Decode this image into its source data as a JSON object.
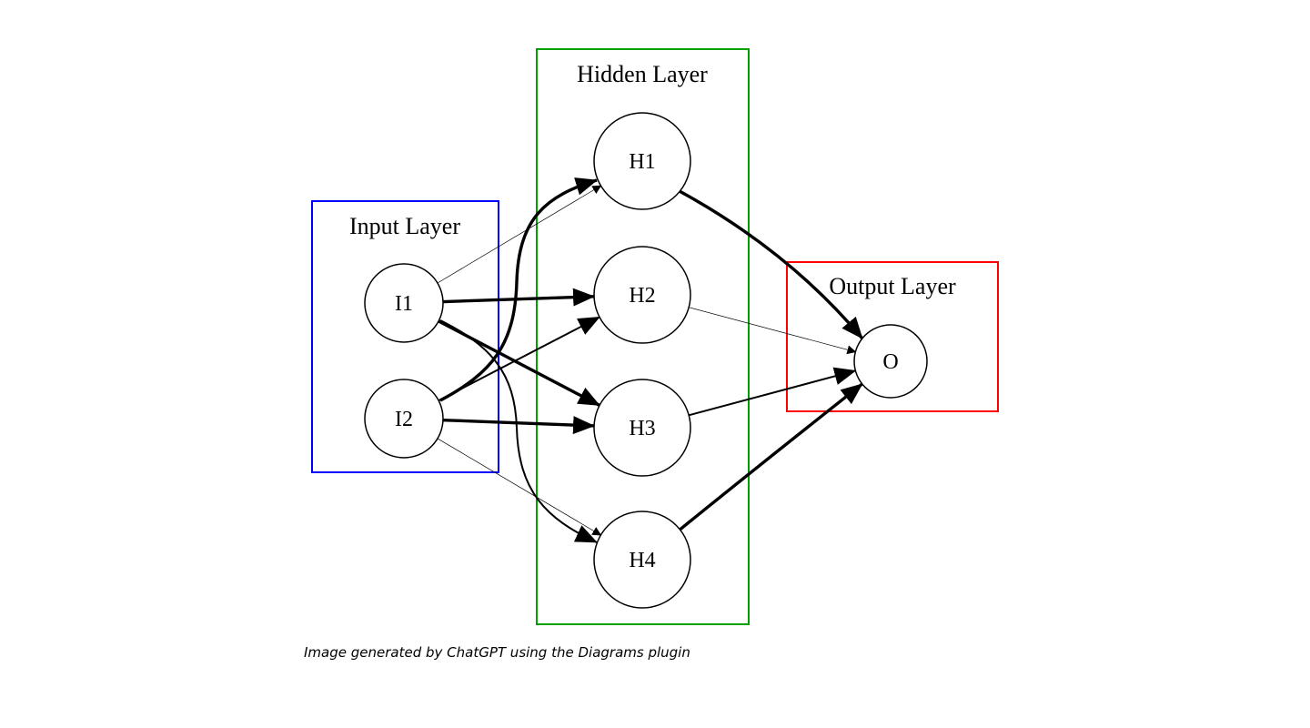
{
  "diagram": {
    "clusters": [
      {
        "id": "input",
        "label": "Input Layer",
        "color": "#0000ff"
      },
      {
        "id": "hidden",
        "label": "Hidden Layer",
        "color": "#00a000"
      },
      {
        "id": "output",
        "label": "Output Layer",
        "color": "#ff0000"
      }
    ],
    "nodes": [
      {
        "id": "I1",
        "label": "I1",
        "cluster": "input"
      },
      {
        "id": "I2",
        "label": "I2",
        "cluster": "input"
      },
      {
        "id": "H1",
        "label": "H1",
        "cluster": "hidden"
      },
      {
        "id": "H2",
        "label": "H2",
        "cluster": "hidden"
      },
      {
        "id": "H3",
        "label": "H3",
        "cluster": "hidden"
      },
      {
        "id": "H4",
        "label": "H4",
        "cluster": "hidden"
      },
      {
        "id": "O",
        "label": "O",
        "cluster": "output"
      }
    ],
    "edges": [
      {
        "from": "I1",
        "to": "H1",
        "weight": "thin"
      },
      {
        "from": "I1",
        "to": "H2",
        "weight": "bold"
      },
      {
        "from": "I1",
        "to": "H3",
        "weight": "bold"
      },
      {
        "from": "I1",
        "to": "H4",
        "weight": "medium"
      },
      {
        "from": "I2",
        "to": "H1",
        "weight": "bold"
      },
      {
        "from": "I2",
        "to": "H2",
        "weight": "medium"
      },
      {
        "from": "I2",
        "to": "H3",
        "weight": "bold"
      },
      {
        "from": "I2",
        "to": "H4",
        "weight": "thin"
      },
      {
        "from": "H1",
        "to": "O",
        "weight": "bold"
      },
      {
        "from": "H2",
        "to": "O",
        "weight": "thin"
      },
      {
        "from": "H3",
        "to": "O",
        "weight": "medium"
      },
      {
        "from": "H4",
        "to": "O",
        "weight": "bold"
      }
    ]
  },
  "caption": "Image generated by ChatGPT using the Diagrams plugin"
}
